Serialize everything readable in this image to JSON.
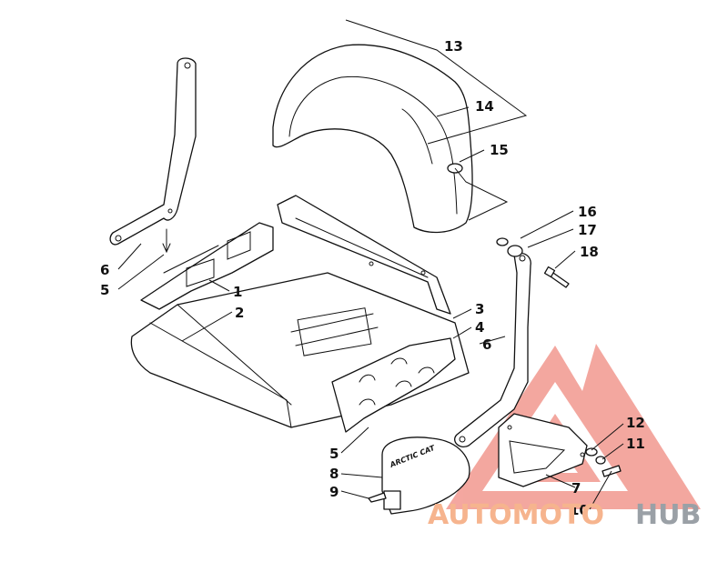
{
  "diagram": {
    "callouts": [
      {
        "id": "c13",
        "label": "13"
      },
      {
        "id": "c14",
        "label": "14"
      },
      {
        "id": "c15",
        "label": "15"
      },
      {
        "id": "c16",
        "label": "16"
      },
      {
        "id": "c17",
        "label": "17"
      },
      {
        "id": "c18",
        "label": "18"
      },
      {
        "id": "c6a",
        "label": "6"
      },
      {
        "id": "c5a",
        "label": "5"
      },
      {
        "id": "c1",
        "label": "1"
      },
      {
        "id": "c2",
        "label": "2"
      },
      {
        "id": "c3",
        "label": "3"
      },
      {
        "id": "c4",
        "label": "4"
      },
      {
        "id": "c6b",
        "label": "6"
      },
      {
        "id": "c12",
        "label": "12"
      },
      {
        "id": "c11",
        "label": "11"
      },
      {
        "id": "c5b",
        "label": "5"
      },
      {
        "id": "c8",
        "label": "8"
      },
      {
        "id": "c9",
        "label": "9"
      },
      {
        "id": "c7",
        "label": "7"
      },
      {
        "id": "c10",
        "label": "10"
      }
    ],
    "backrest_logo": "ARCTIC CAT"
  },
  "watermark": {
    "part1": "AUTOMOTO",
    "part2": "HUB",
    "color_primary": "#f4a07f",
    "color_secondary": "#9aa0a6",
    "triangle_color": "#ef7a72"
  }
}
